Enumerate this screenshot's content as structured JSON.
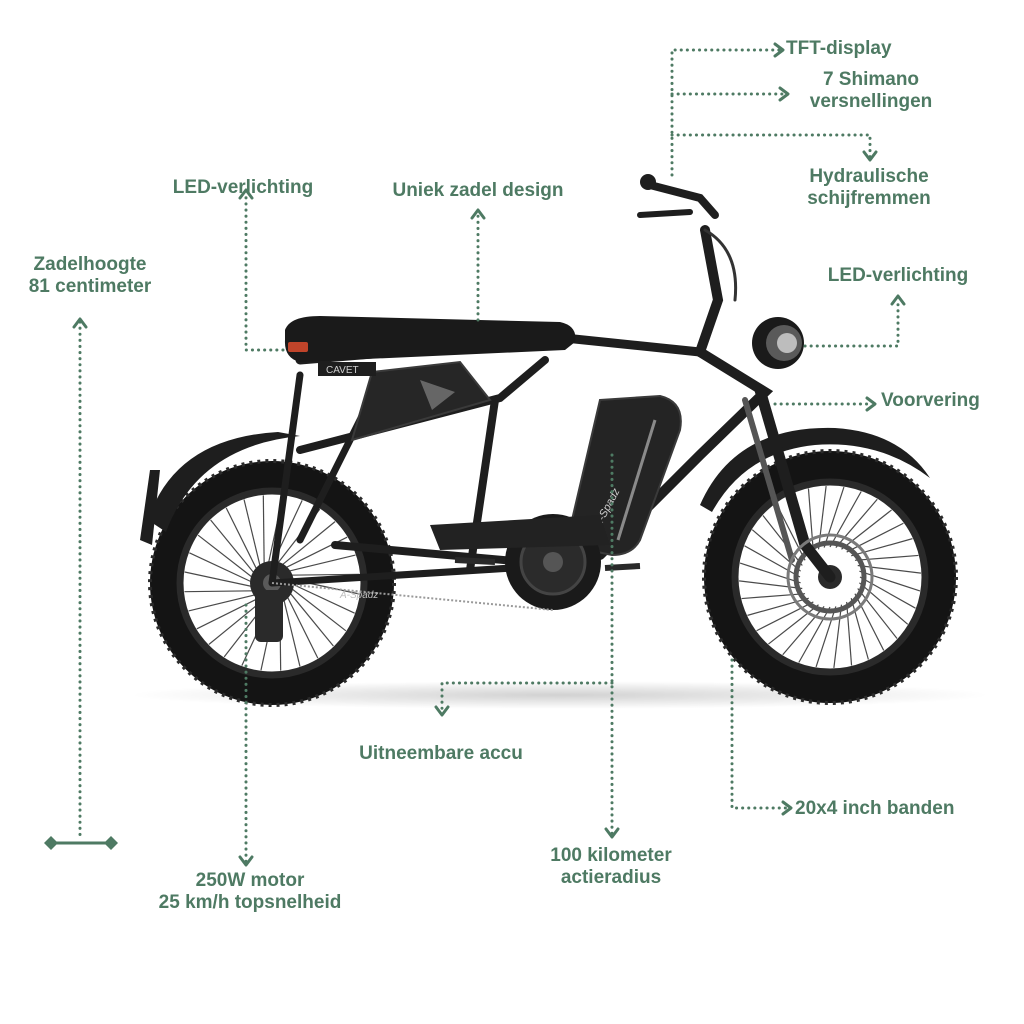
{
  "colors": {
    "accent": "#4e7a63",
    "bike": "#1e1e1e",
    "tire": "#141414",
    "metal": "#8a8a8a",
    "background": "#ffffff"
  },
  "labels": {
    "tft_display": "TFT-display",
    "shimano_line1": "7 Shimano",
    "shimano_line2": "versnellingen",
    "brakes_line1": "Hydraulische",
    "brakes_line2": "schijfremmen",
    "led_rear": "LED-verlichting",
    "saddle_design": "Uniek zadel design",
    "led_front": "LED-verlichting",
    "seat_height_line1": "Zadelhoogte",
    "seat_height_line2": "81 centimeter",
    "suspension": "Voorvering",
    "battery": "Uitneembare accu",
    "tires": "20x4 inch banden",
    "motor_line1": "250W motor",
    "motor_line2": "25 km/h topsnelheid",
    "range_line1": "100 kilometer",
    "range_line2": "actieradius"
  },
  "bike_text": {
    "frame_badge": "CAVET",
    "battery_brand": "A-Spadz",
    "chainguard_brand": "A-Spadz"
  }
}
